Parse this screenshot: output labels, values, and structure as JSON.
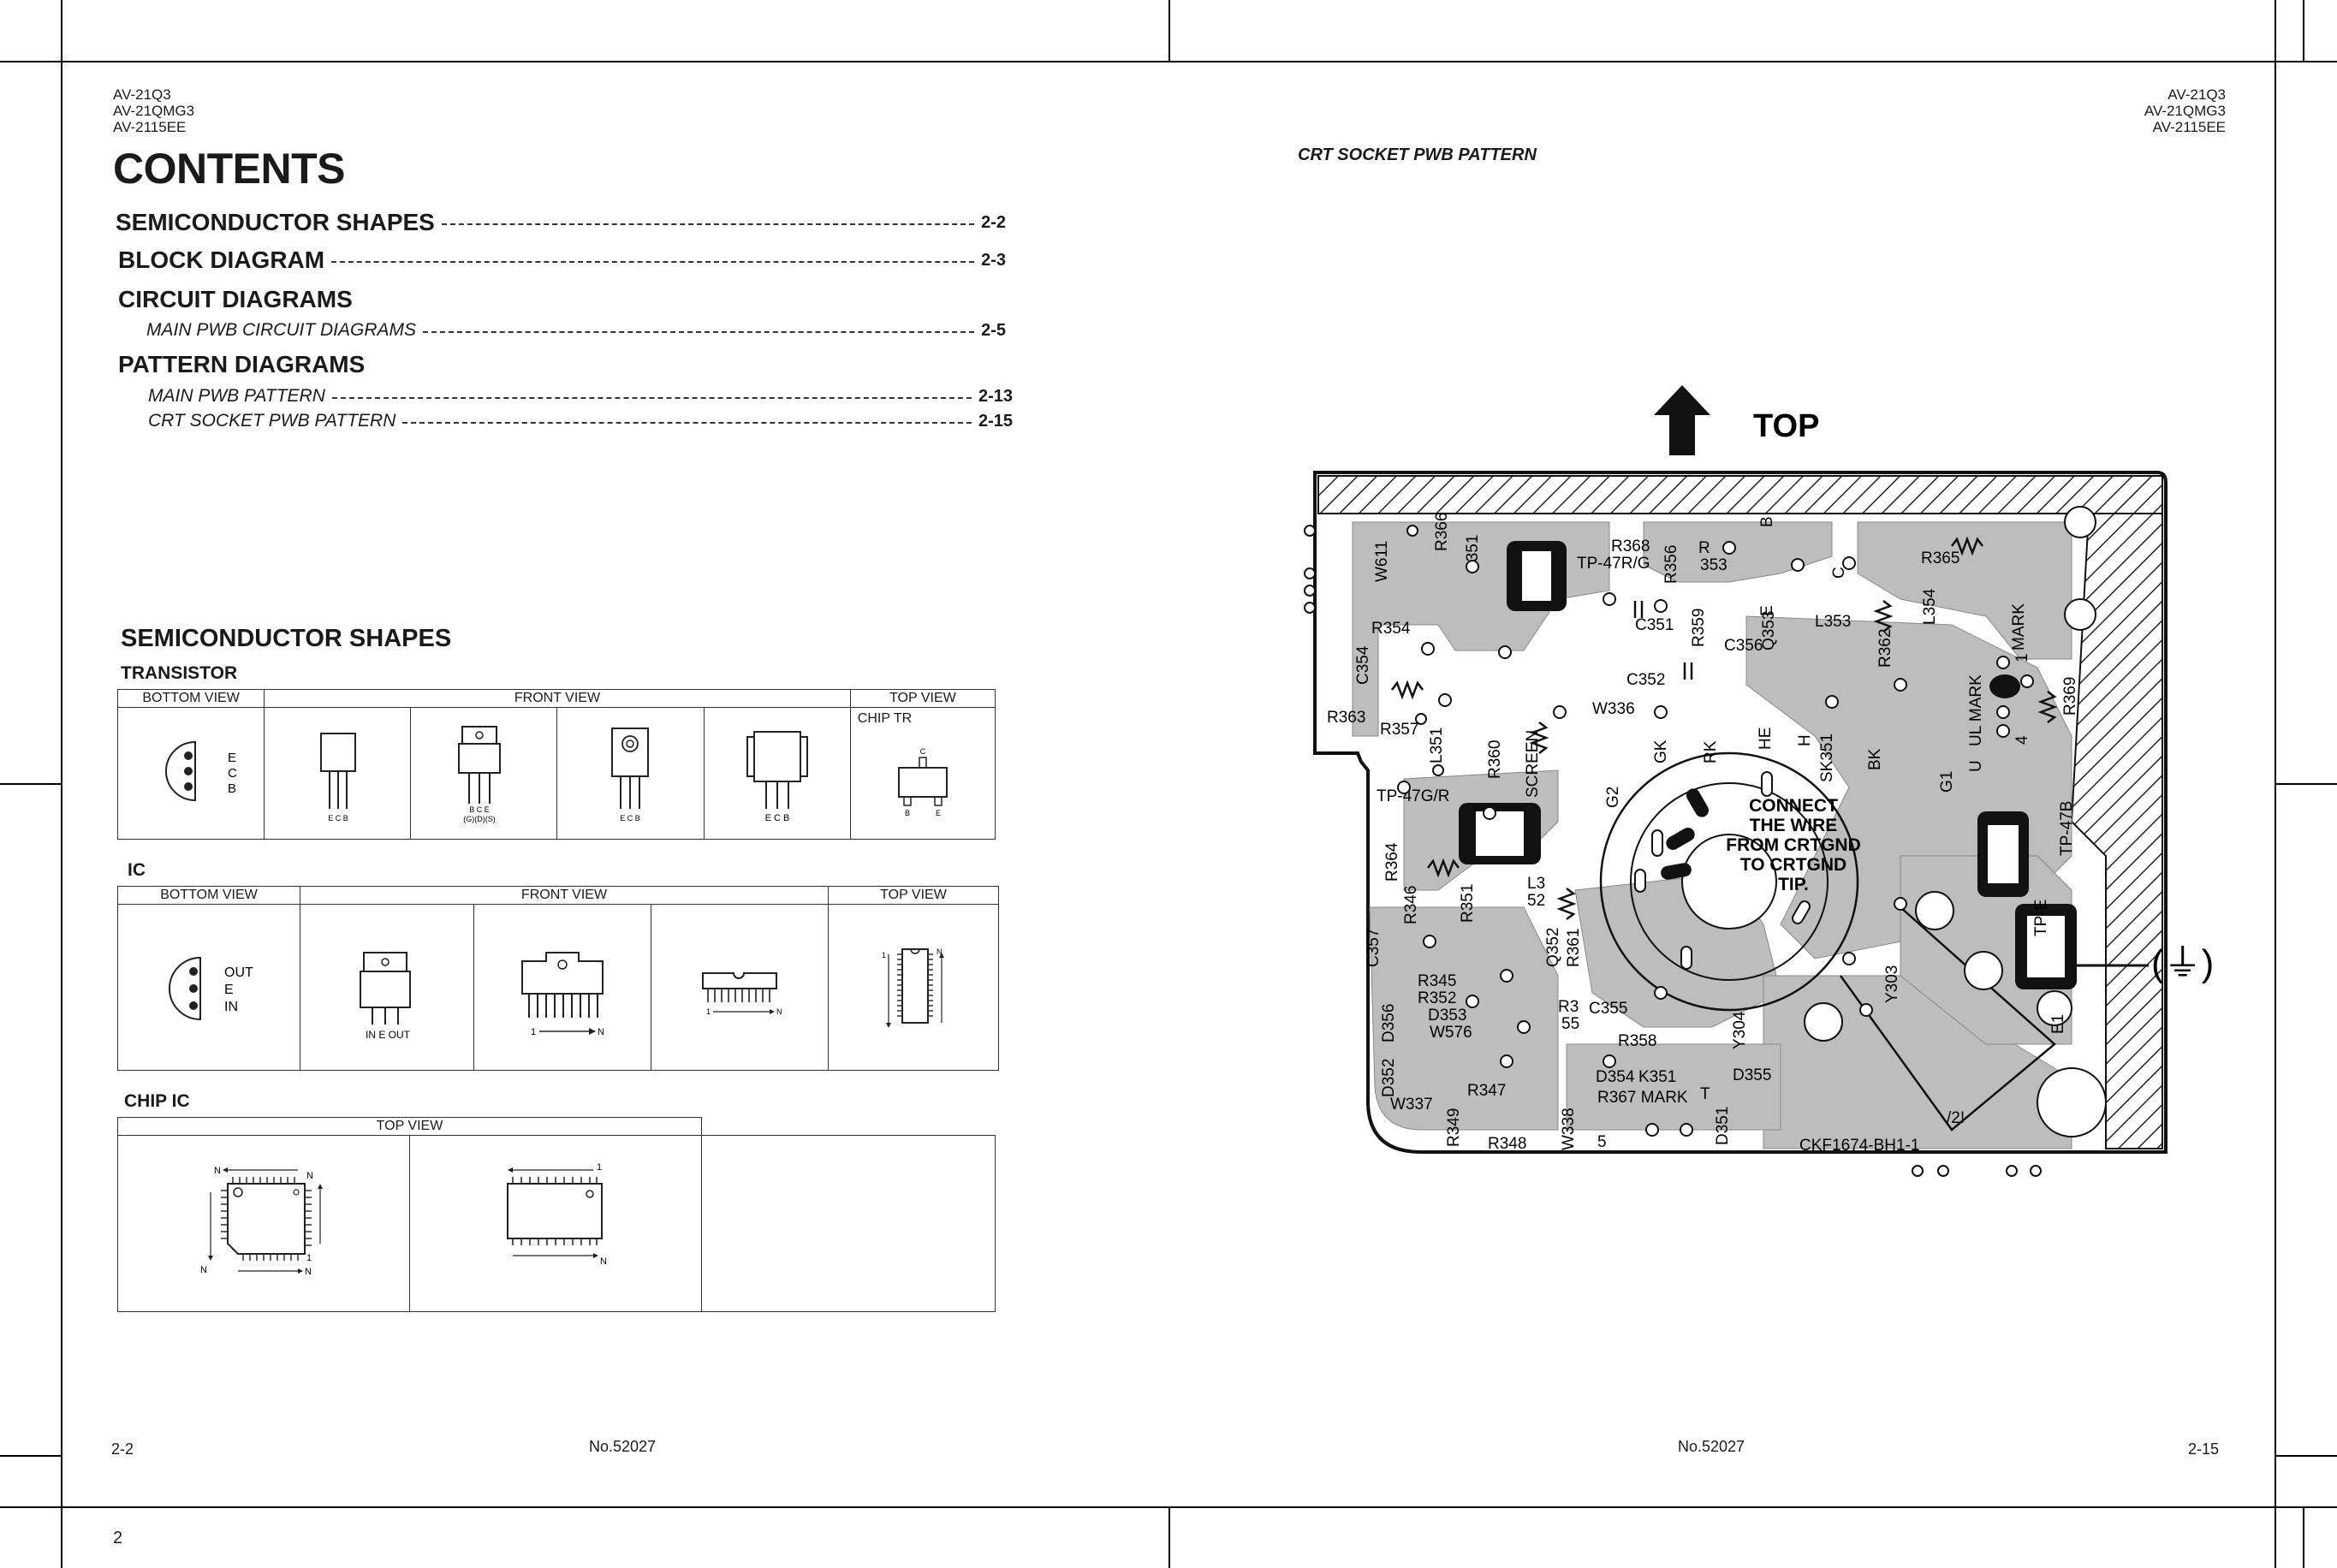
{
  "header": {
    "left_models": [
      "AV-21Q3",
      "AV-21QMG3",
      "AV-2115EE"
    ],
    "right_models": [
      "AV-21Q3",
      "AV-21QMG3",
      "AV-2115EE"
    ]
  },
  "contents": {
    "title": "CONTENTS",
    "entries": [
      {
        "label": "SEMICONDUCTOR SHAPES",
        "page": "2-2"
      },
      {
        "label": "BLOCK DIAGRAM",
        "page": "2-3"
      },
      {
        "label": "CIRCUIT DIAGRAMS",
        "page": ""
      },
      {
        "label": "MAIN PWB CIRCUIT DIAGRAMS",
        "page": "2-5"
      },
      {
        "label": "PATTERN DIAGRAMS",
        "page": ""
      },
      {
        "label": "MAIN PWB PATTERN",
        "page": "2-13"
      },
      {
        "label": "CRT SOCKET PWB PATTERN",
        "page": "2-15"
      }
    ]
  },
  "semiconductor": {
    "title": "SEMICONDUCTOR SHAPES",
    "transistor": {
      "title": "TRANSISTOR",
      "headers": [
        "BOTTOM VIEW",
        "FRONT VIEW",
        "TOP VIEW"
      ],
      "bottom_pins": [
        "E",
        "C",
        "B"
      ],
      "front_pins": [
        "E C B",
        "B C E",
        "(G)(D)(S)",
        "E C B",
        "E C B"
      ],
      "chip_tr": "CHIP TR",
      "chip_pins": [
        "C",
        "B",
        "E"
      ]
    },
    "ic": {
      "title": "IC",
      "headers": [
        "BOTTOM VIEW",
        "FRONT VIEW",
        "TOP VIEW"
      ],
      "bottom_pins": [
        "OUT",
        "E",
        "IN"
      ],
      "front_pins": "IN  E  OUT",
      "one": "1",
      "n": "N"
    },
    "chip_ic": {
      "title": "CHIP IC",
      "header": "TOP VIEW",
      "one": "1",
      "n": "N"
    }
  },
  "pcb": {
    "title": "CRT SOCKET PWB PATTERN",
    "top_label": "TOP",
    "connect_note": [
      "CONNECT",
      "THE WIRE",
      "FROM CRTGND",
      "TO CRTGND",
      "TIP."
    ],
    "ground_symbol": "(⏚)",
    "board_code": "CKF1674-BH1-1",
    "labels": [
      "R366",
      "C351",
      "W611",
      "TP-47R/G",
      "R368",
      "R356",
      "B",
      "R",
      "353",
      "R365",
      "C",
      "E",
      "R354",
      "C351",
      "R359",
      "Q353",
      "C356",
      "L353",
      "L354",
      "MARK",
      "C354",
      "R362",
      "C352",
      "W336",
      "R363",
      "R357",
      "L351",
      "R360",
      "SCREEN",
      "G2",
      "GK",
      "RK",
      "HE",
      "H",
      "SK351",
      "BK",
      "G1",
      "UL MARK",
      "U",
      "4",
      "1",
      "R369",
      "TP-47G/R",
      "TP-47B",
      "R364",
      "L3",
      "52",
      "R346",
      "R351",
      "Q352",
      "R361",
      "C357",
      "R345",
      "R352",
      "D353",
      "W576",
      "D356",
      "R358",
      "C355",
      "R3",
      "55",
      "D352",
      "R347",
      "W337",
      "D354",
      "K351",
      "D355",
      "R367 MARK",
      "T",
      "R349",
      "R348",
      "W338",
      "5",
      "D351",
      "Y303",
      "Y304",
      "TP-E",
      "E1",
      "/2!"
    ]
  },
  "footer": {
    "left_page": "2-2",
    "left_doc": "No.52027",
    "right_doc": "No.52027",
    "right_page": "2-15",
    "sheet_number": "2"
  }
}
